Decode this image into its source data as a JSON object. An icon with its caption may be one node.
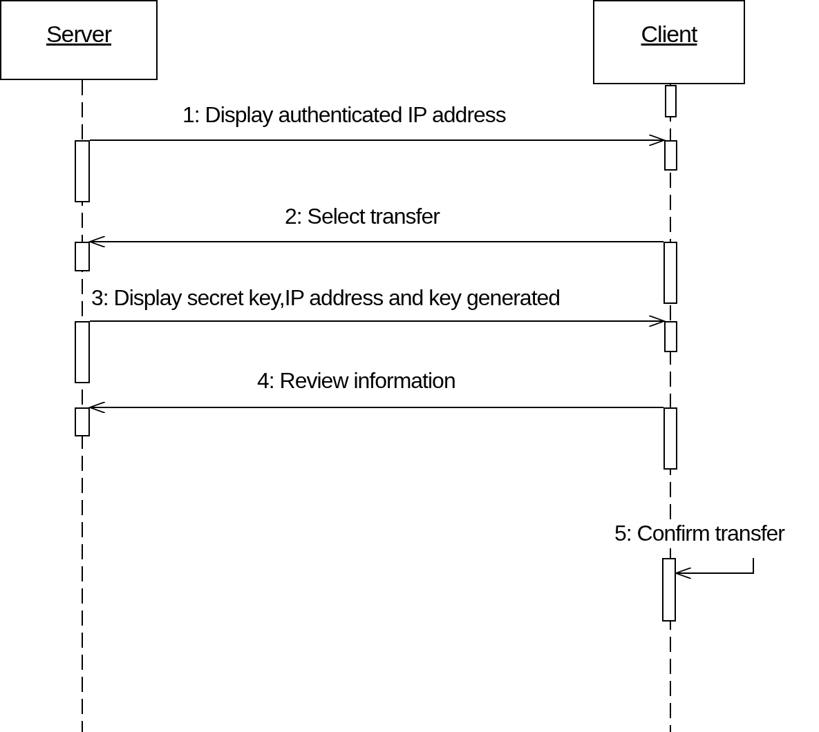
{
  "diagram": {
    "nodes": [
      {
        "text": [
          "Server"
        ]
      },
      {
        "text": [
          "Client"
        ]
      },
      {
        "text": [],
        "shape": "bar"
      },
      {
        "text": [],
        "shape": "bar"
      },
      {
        "text": [],
        "shape": "bar"
      },
      {
        "text": [],
        "shape": "bar"
      },
      {
        "text": [],
        "shape": "bar"
      },
      {
        "text": [],
        "shape": "bar"
      },
      {
        "text": [],
        "shape": "bar"
      },
      {
        "text": [],
        "shape": "bar"
      },
      {
        "text": [],
        "shape": "bar"
      },
      {
        "text": [],
        "shape": "bar"
      }
    ],
    "edges": [
      {
        "from": 3,
        "to": 4,
        "arrow": "to",
        "label": "1: Display authenticated IP address"
      },
      {
        "from": 6,
        "to": 5,
        "arrow": "to",
        "label": "2: Select transfer"
      },
      {
        "from": 7,
        "to": 8,
        "arrow": "to",
        "label": "3: Display secret key,IP address and key generated"
      },
      {
        "from": 10,
        "to": 9,
        "arrow": "to",
        "label": "4: Review information"
      },
      {
        "from": null,
        "to": 11,
        "arrow": "to",
        "label": "5: Confirm transfer"
      }
    ]
  }
}
